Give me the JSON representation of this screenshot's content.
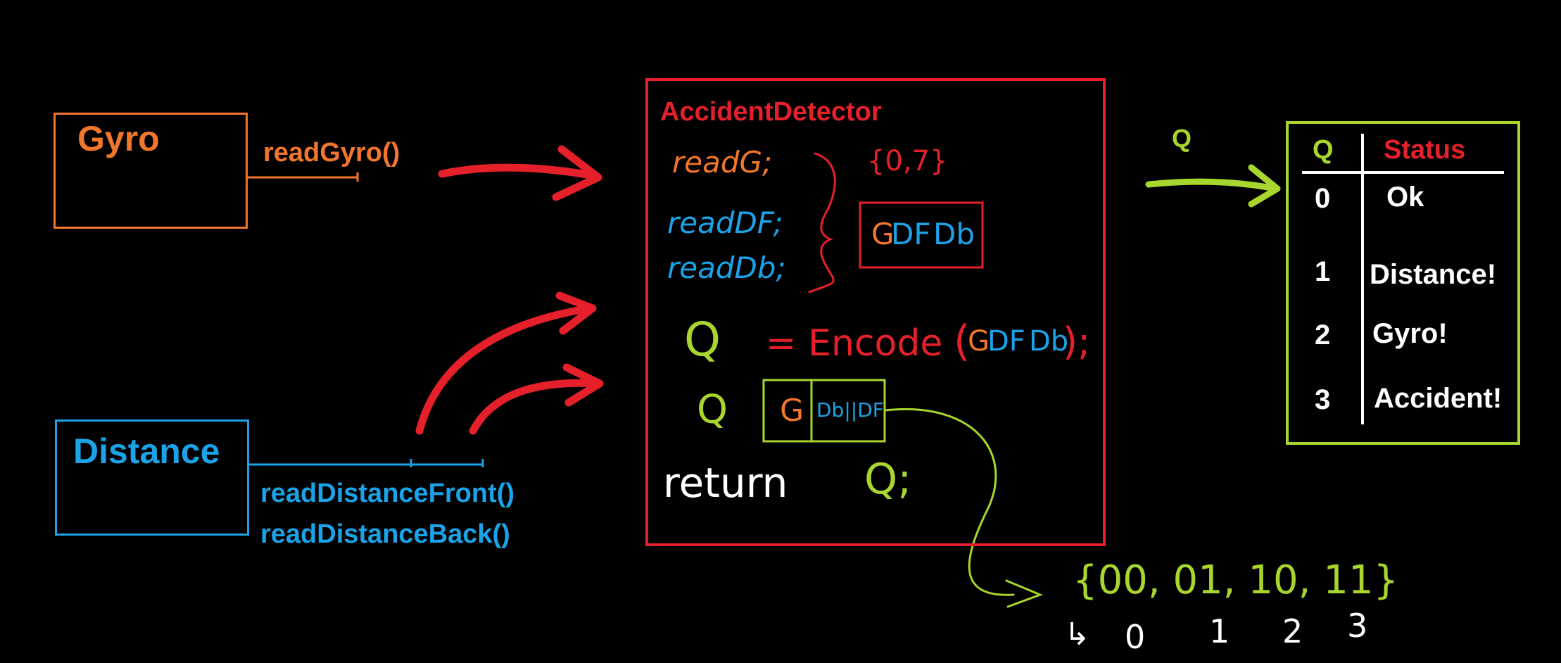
{
  "colors": {
    "background": "#000000",
    "gyro": "#f2762b",
    "distance": "#1aa3e8",
    "detector": "#e5202b",
    "signal": "#a8d62e",
    "white": "#ffffff"
  },
  "gyro": {
    "title": "Gyro",
    "method": "readGyro()"
  },
  "distance": {
    "title": "Distance",
    "method_front": "readDistanceFront()",
    "method_back": "readDistanceBack()"
  },
  "detector": {
    "title": "AccidentDetector",
    "read_g": "readG;",
    "read_df": "readDF;",
    "read_db": "readDb;",
    "gyro_range": "{0,7}",
    "bits_g": "G",
    "bits_df": "DF",
    "bits_db": "Db",
    "q_var": "Q",
    "encode_text": "= Encode",
    "encode_close": ");",
    "q_layout_label": "Q",
    "q_cell_g": "G",
    "q_cell_d": "Db||DF",
    "return_text": "return",
    "return_value": "Q;"
  },
  "output_label": "Q",
  "status_table": {
    "header_q": "Q",
    "header_status": "Status",
    "rows": [
      {
        "q": "0",
        "status": "Ok"
      },
      {
        "q": "1",
        "status": "Distance!"
      },
      {
        "q": "2",
        "status": "Gyro!"
      },
      {
        "q": "3",
        "status": "Accident!"
      }
    ]
  },
  "encoding": {
    "set_text": "{00, 01, 10, 11}",
    "arrow_glyph": "↳",
    "values": [
      "0",
      "1",
      "2",
      "3"
    ]
  }
}
